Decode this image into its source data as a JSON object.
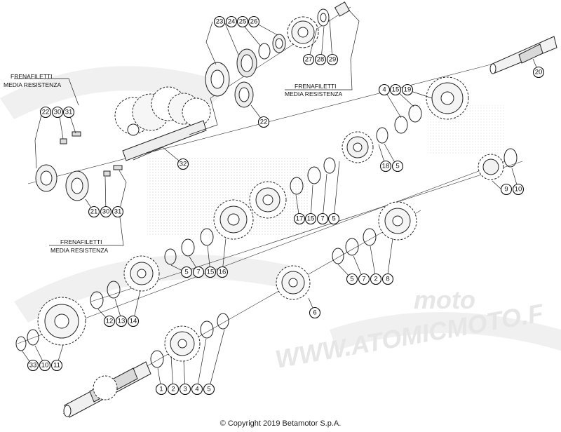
{
  "copyright": "© Copyright 2019 Betamotor S.p.A.",
  "notes": [
    {
      "id": "note-left-top",
      "lines": [
        "FRENAFILETTI",
        "MEDIA RESISTENZA"
      ]
    },
    {
      "id": "note-center",
      "lines": [
        "FRENAFILETTI",
        "MEDIA RESISTENZA"
      ]
    },
    {
      "id": "note-left-bottom",
      "lines": [
        "FRENAFILETTI",
        "MEDIA RESISTENZA"
      ]
    }
  ],
  "watermark": {
    "text": "WWW.ATOMICMOTO.F",
    "logo_text": "moto"
  },
  "callouts": {
    "c23": "23",
    "c24": "24",
    "c25": "25",
    "c26": "26",
    "c27": "27",
    "c28": "28",
    "c29": "29",
    "c20": "20",
    "c4a": "4",
    "c15a": "15",
    "c19": "19",
    "c22a": "22",
    "c30a": "30",
    "c31a": "31",
    "c22b": "22",
    "c18": "18",
    "c5a": "5",
    "c32": "32",
    "c9": "9",
    "c10a": "10",
    "c21": "21",
    "c30b": "30",
    "c31b": "31",
    "c17": "17",
    "c15b": "15",
    "c7a": "7",
    "c5b": "5",
    "c5c": "5",
    "c7b": "7",
    "c15c": "15",
    "c16": "16",
    "c5d": "5",
    "c7c": "7",
    "c2a": "2",
    "c8": "8",
    "c6": "6",
    "c12": "12",
    "c13": "13",
    "c14": "14",
    "c33": "33",
    "c10b": "10",
    "c11": "11",
    "c1": "1",
    "c2b": "2",
    "c3": "3",
    "c4b": "4",
    "c5e": "5"
  },
  "colors": {
    "line": "#222222",
    "watermark": "#e6e6e6",
    "halftone": "#cfcfcf"
  }
}
